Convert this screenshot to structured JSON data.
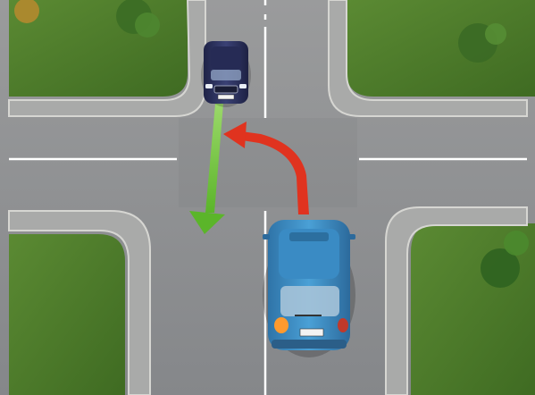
{
  "scene": {
    "description_role": "traffic-intersection-illustration",
    "colors": {
      "grass": "#4e7a2b",
      "asphalt": "#8f9091",
      "curb": "#c9c9c6",
      "lane_marking": "#ffffff",
      "arrow_green": "#6cc23a",
      "arrow_red": "#e0331f",
      "car_blue": "#3f8fc6",
      "car_navy": "#2a2f5a"
    },
    "vehicles": [
      {
        "name": "dark-blue-sedan",
        "heading": "oncoming-straight"
      },
      {
        "name": "blue-minivan",
        "heading": "turning-left"
      }
    ],
    "arrows": [
      {
        "name": "green-straight-arrow",
        "meaning": "straight-ahead"
      },
      {
        "name": "red-left-turn-arrow",
        "meaning": "left-turn"
      }
    ]
  }
}
